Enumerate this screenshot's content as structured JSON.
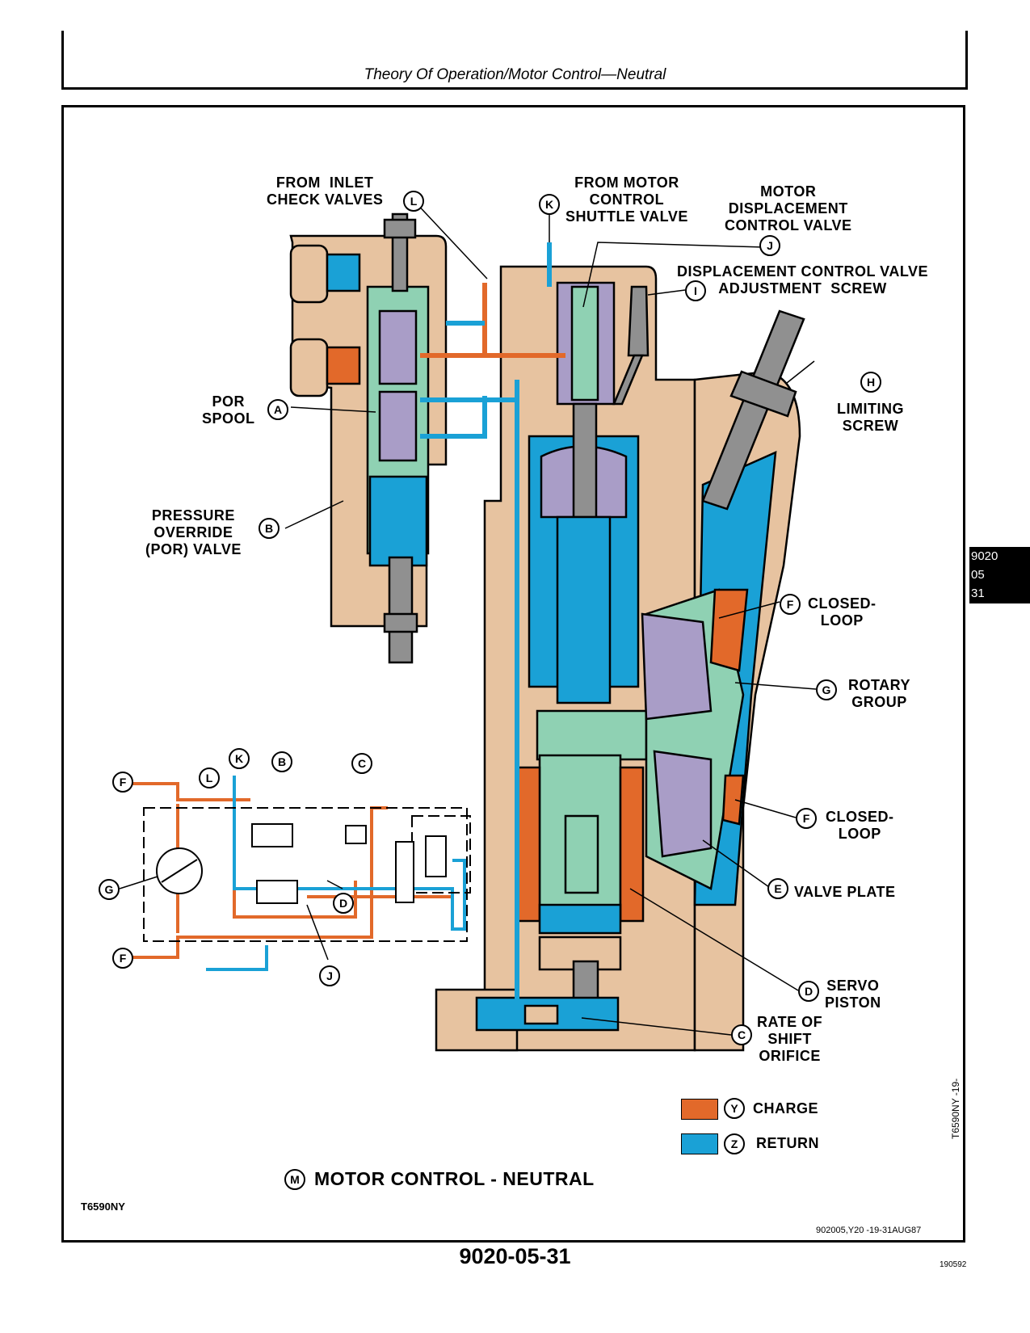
{
  "header": {
    "title": "Theory Of Operation/Motor Control—Neutral"
  },
  "tab": {
    "line1": "9020",
    "line2": "05",
    "line3": "31"
  },
  "colors": {
    "charge": "#e2692a",
    "return": "#1aa1d6",
    "housing": "#e7c3a0",
    "spool": "#8fd1b3",
    "purple": "#a99dc7"
  },
  "labels": {
    "from_inlet": "FROM  INLET\nCHECK VALVES",
    "from_motor": "FROM MOTOR\nCONTROL\nSHUTTLE VALVE",
    "motor_disp": "MOTOR\nDISPLACEMENT\nCONTROL VALVE",
    "disp_adj": "DISPLACEMENT CONTROL VALVE\nADJUSTMENT  SCREW",
    "limiting": "LIMITING\nSCREW",
    "por_spool": "POR\nSPOOL",
    "por_valve": "PRESSURE\nOVERRIDE\n(POR) VALVE",
    "closed_loop_1": "CLOSED-\nLOOP",
    "rotary": "ROTARY\nGROUP",
    "closed_loop_2": "CLOSED-\nLOOP",
    "valve_plate": "VALVE PLATE",
    "servo": "SERVO\nPISTON",
    "rate": "RATE OF\nSHIFT\nORIFICE"
  },
  "callouts": {
    "L": "L",
    "K": "K",
    "J": "J",
    "I": "I",
    "H": "H",
    "A": "A",
    "B": "B",
    "F": "F",
    "G": "G",
    "E": "E",
    "D": "D",
    "C": "C",
    "M": "M",
    "Y": "Y",
    "Z": "Z"
  },
  "legend": {
    "charge": "CHARGE",
    "return": "RETURN"
  },
  "figure_title": "MOTOR CONTROL - NEUTRAL",
  "figure_id": "T6590NY",
  "footer": {
    "code": "902005,Y20     -19-31AUG87",
    "page_number": "9020-05-31",
    "page_id": "190592",
    "side_ref": "T6590NY    -19-"
  }
}
